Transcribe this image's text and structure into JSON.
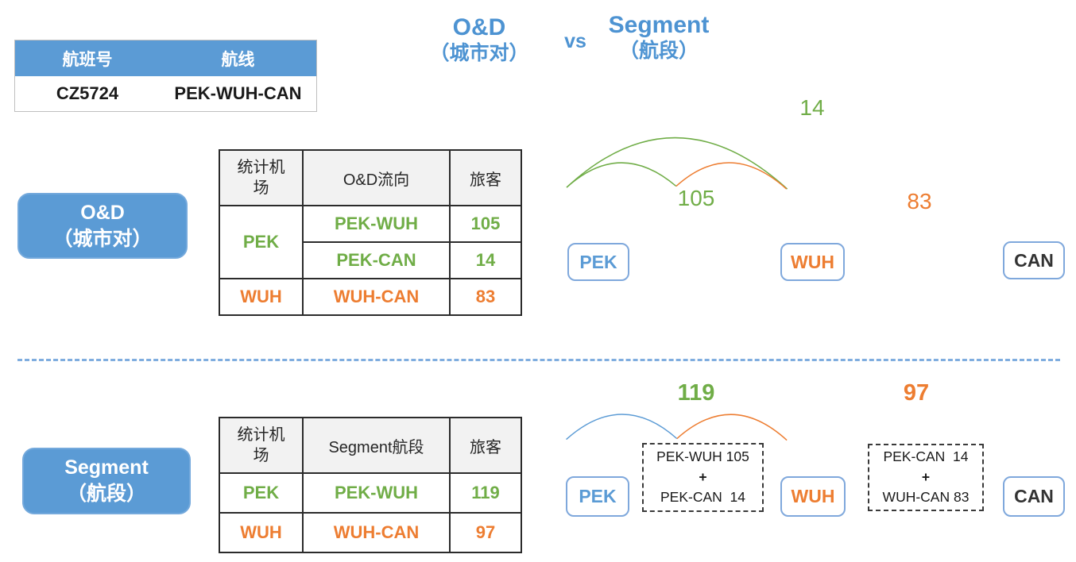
{
  "palette": {
    "blue": "#5B9BD5",
    "title_blue": "#4D93D2",
    "node_border_blue": "#7FA8DC",
    "green": "#70AD47",
    "orange": "#ED7D31",
    "table_border": "#2b2b2b",
    "header_gray": "#F2F2F2",
    "divider_blue": "#7FADDF"
  },
  "flight_info": {
    "headers": {
      "flight_no": "航班号",
      "route": "航线"
    },
    "values": {
      "flight_no": "CZ5724",
      "route": "PEK-WUH-CAN"
    }
  },
  "title": {
    "od_line1": "O&D",
    "od_line2": "（城市对）",
    "vs": "vs",
    "segment_line1": "Segment",
    "segment_line2": "（航段）"
  },
  "od": {
    "button": {
      "line1": "O&D",
      "line2": "（城市对）"
    },
    "table": {
      "headers": {
        "airport": "统计机场",
        "flow": "O&D流向",
        "pax": "旅客"
      },
      "rows": [
        {
          "airport": "PEK",
          "flow": "PEK-WUH",
          "pax": "105"
        },
        {
          "flow": "PEK-CAN",
          "pax": "14"
        },
        {
          "airport": "WUH",
          "flow": "WUH-CAN",
          "pax": "83"
        }
      ]
    },
    "diagram": {
      "nodes": [
        {
          "label": "PEK"
        },
        {
          "label": "WUH"
        },
        {
          "label": "CAN"
        }
      ],
      "arcs": [
        {
          "route": "PEK-WUH",
          "value": "105"
        },
        {
          "route": "PEK-CAN",
          "value": "14"
        },
        {
          "route": "WUH-CAN",
          "value": "83"
        }
      ]
    }
  },
  "segment": {
    "button": {
      "line1": "Segment",
      "line2": "（航段）"
    },
    "table": {
      "headers": {
        "airport": "统计机场",
        "flow": "Segment航段",
        "pax": "旅客"
      },
      "rows": [
        {
          "airport": "PEK",
          "flow": "PEK-WUH",
          "pax": "119"
        },
        {
          "airport": "WUH",
          "flow": "WUH-CAN",
          "pax": "97"
        }
      ]
    },
    "diagram": {
      "nodes": [
        {
          "label": "PEK"
        },
        {
          "label": "WUH"
        },
        {
          "label": "CAN"
        }
      ],
      "arcs": [
        {
          "route": "PEK-WUH",
          "value": "119"
        },
        {
          "route": "WUH-CAN",
          "value": "97"
        }
      ],
      "sum_boxes": [
        {
          "line1": "PEK-WUH 105",
          "plus": "+",
          "line2": "PEK-CAN  14"
        },
        {
          "line1": "PEK-CAN  14",
          "plus": "+",
          "line2": "WUH-CAN 83"
        }
      ]
    }
  }
}
